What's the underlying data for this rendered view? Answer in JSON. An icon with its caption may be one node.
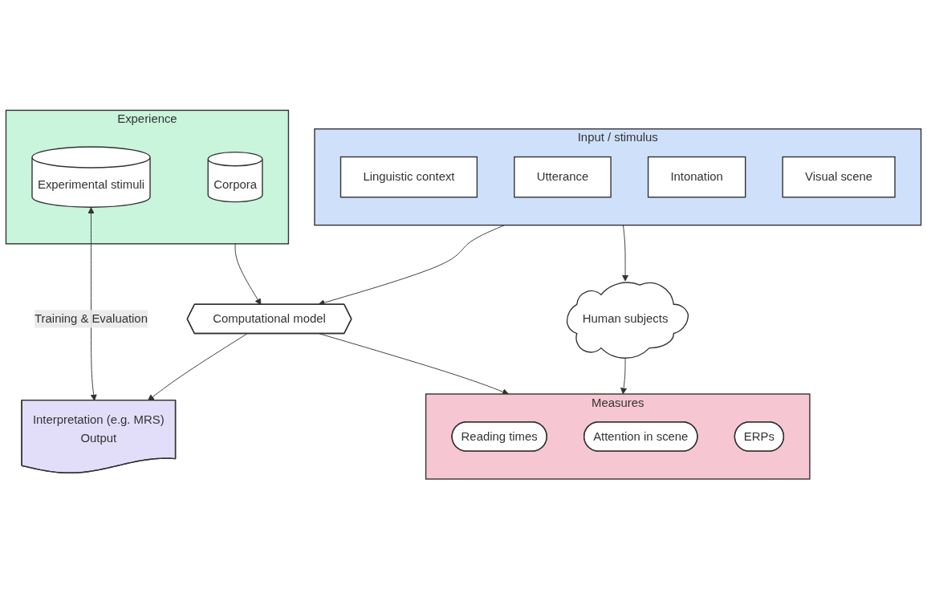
{
  "diagram": {
    "nodes": [
      {
        "text": [
          "Experience"
        ]
      },
      {
        "text": [
          "Corpora"
        ],
        "in": 0
      },
      {
        "text": [
          "Experimental stimuli"
        ],
        "in": 0
      },
      {
        "text": [
          "Input / stimulus"
        ]
      },
      {
        "text": [
          "Linguistic context"
        ],
        "in": 3
      },
      {
        "text": [
          "Utterance"
        ],
        "in": 3
      },
      {
        "text": [
          "Intonation"
        ],
        "in": 3
      },
      {
        "text": [
          "Visual scene"
        ],
        "in": 3
      },
      {
        "text": [
          "Computational model"
        ]
      },
      {
        "text": [
          "Interpretation (e.g. MRS)",
          "Output"
        ]
      },
      {
        "text": [
          "Measures"
        ]
      },
      {
        "text": [
          "Reading times"
        ],
        "in": 10
      },
      {
        "text": [
          "Attention in scene"
        ],
        "in": 10
      },
      {
        "text": [
          "ERPs"
        ],
        "in": 10
      },
      {
        "text": [
          "Human subjects"
        ]
      }
    ],
    "edges": [
      {
        "from": 0,
        "to": 8,
        "arrow": "to"
      },
      {
        "from": 2,
        "to": 9,
        "arrow": "both",
        "label": "Training & Evaluation"
      },
      {
        "from": 3,
        "to": 8,
        "arrow": "to"
      },
      {
        "from": 8,
        "to": 9,
        "arrow": "to"
      },
      {
        "from": 8,
        "to": 10,
        "arrow": "to"
      },
      {
        "from": 3,
        "to": 14,
        "arrow": "to"
      },
      {
        "from": 14,
        "to": 10,
        "arrow": "to"
      }
    ]
  }
}
